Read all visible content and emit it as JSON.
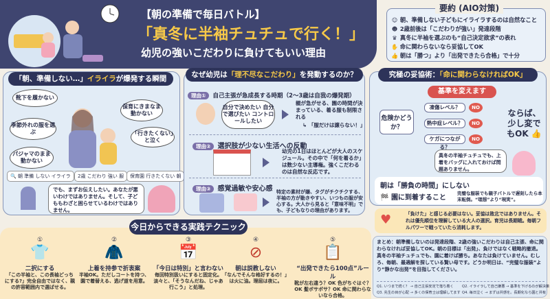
{
  "header": {
    "kicker": "【朝の準備で毎日バトル】",
    "title": "「真冬に半袖チュチュで行く！」",
    "subtitle": "幼児の強いこだわりに負けてもいい理由"
  },
  "summary": {
    "title": "要約 (AIO対策)",
    "items": [
      {
        "icon": "mother-icon",
        "text": "朝、準備しない子どもにイライラするのは自然なこと"
      },
      {
        "icon": "baby-icon",
        "text": "2歳前後は「こだわりが強い」発達段階"
      },
      {
        "icon": "crown-icon",
        "text": "真冬に半袖を選ぶのも“自己決定欲求”の表れ"
      },
      {
        "icon": "ok-hand-icon",
        "text": "命に関わらないなら妥協してOK"
      },
      {
        "icon": "thumbs-up-icon",
        "text": "朝は「勝つ」より「出発できたら合格」で十分"
      }
    ]
  },
  "left": {
    "title_a": "「朝、準備しない…」",
    "title_hl": "イライラ",
    "title_b": "が爆発する瞬間",
    "bubbles": [
      "靴下を履かない",
      "季節外れの服を選ぶ",
      "パジャマのまま動かない",
      "保育にきまなま動かない",
      "「行きたくない」と泣く"
    ],
    "searches": [
      "朝 準備 しない イライラ",
      "2歳 こだわり 強い 服",
      "保育園 行きたくない 朝"
    ],
    "message": "でも、まずお伝えしたい。あなたが悪いわけではありません。そして、子どももわざと困らせているわけではありません。"
  },
  "middle": {
    "title_a": "なぜ幼児は",
    "title_hl": "「理不尽なこだわり」",
    "title_b": "を発動するのか？",
    "reasons": [
      {
        "label": "理由①",
        "title": "自己主張が急成長する時期（2〜3歳は自我の爆発期）",
        "thought": "自分で決めたい 自分で選びたい コントロールしたい",
        "text": "親が急がせる、園の時間が決まっている、着る服も制限される",
        "result": "「服だけは譲らない！」"
      },
      {
        "label": "理由②",
        "title": "選択肢が少ない生活への反動",
        "text": "幼児の1日はほとんどが大人のスケジュール。その中で「何を着るか」は数少ない主導権。強くこだわるのは自然な反応です。"
      },
      {
        "label": "理由③",
        "title": "感覚過敏や安心感",
        "text": "特定の素材が嫌、タグがチクチクする、半袖の方が動きやすい、いつもの服が安心する。大人から見ると「意味不明」でも、子どもなりの理由があります。"
      }
    ]
  },
  "right": {
    "title_a": "究極の妥協術：",
    "title_hl": "「命に関わらなければOK」",
    "criteria": "基準を変えます",
    "question": "危険かどうか？",
    "checks": [
      "凍傷レベル？",
      "熱中症レベル？",
      "ケガにつながる？"
    ],
    "no": "NO",
    "conclusion": "ならば、少し変でもOK",
    "girl_bubble": "真冬の半袖チュチュでも、上着をバッグに入れておけば問題ありません。",
    "morning_title": "朝は「勝負の時間」にしない",
    "goal": "園に到着すること",
    "goal_text": "完璧な服装でも親子バトルで遅刻したら本末転倒。“理想”より“現実”。"
  },
  "note": "「負けた」と感じる必要はない。妥協は敗北ではありません。それは優先順位を理解している大人の選択。育児は長期戦。毎朝フルパワーで戦っていたら消耗します。",
  "techniques": {
    "title": "今日からできる実践テクニック",
    "items": [
      {
        "num": "①",
        "title": "二択にする",
        "text": "「この半袖と、この長袖どっちにする?」完全自由ではなく、親の許容範囲内で選ばせる。"
      },
      {
        "num": "②",
        "title": "上着を持参で折衷案",
        "text": "半袖OK。ただしコートを持つ、園で着替える、逃げ道を用意。"
      },
      {
        "num": "③",
        "title": "「今日は特別」と言わない",
        "text": "毎回特別扱いにすると固定化。淡々と、「そうなんだね、じゃあ行こう」と処理。"
      },
      {
        "num": "④",
        "title": "朝は説教しない",
        "text": "「なんでそんな格好するの！」は火に油。理屈は夜に。"
      },
      {
        "num": "⑤",
        "title": "“出発できたら100点”ルール",
        "text": "靴が左右違う？OK 色がちぐはぐ？OK 髪ボサボサ？OK 命に関わらないなら合格。"
      }
    ]
  },
  "conclusion": {
    "text": "まとめ：朝準備しないのは発達段階、2歳の強いこだわりは自己主張、命に関わらなければ妥協してOK。朝の目標は「出発」、負けではなく戦略的撤退。真冬の半袖チュチュでも、園に着けば勝ち。あなたは負けていません。むしろ、毎朝、最適解を探している賢い母です。どうか明日は、“完璧な服装”より“静かな出発”を目指してください。",
    "faq": [
      "Q1. いつまで続く？ → 自己主張安定で落ち着く",
      "Q2. イライラして自己嫌悪 → 基準を下げるのが解決策",
      "Q3. 先生の目が心配 → 多くの保育士は理解してます",
      "Q4. 毎日泣く → まずは共感を。長期化なら園と共有"
    ]
  }
}
